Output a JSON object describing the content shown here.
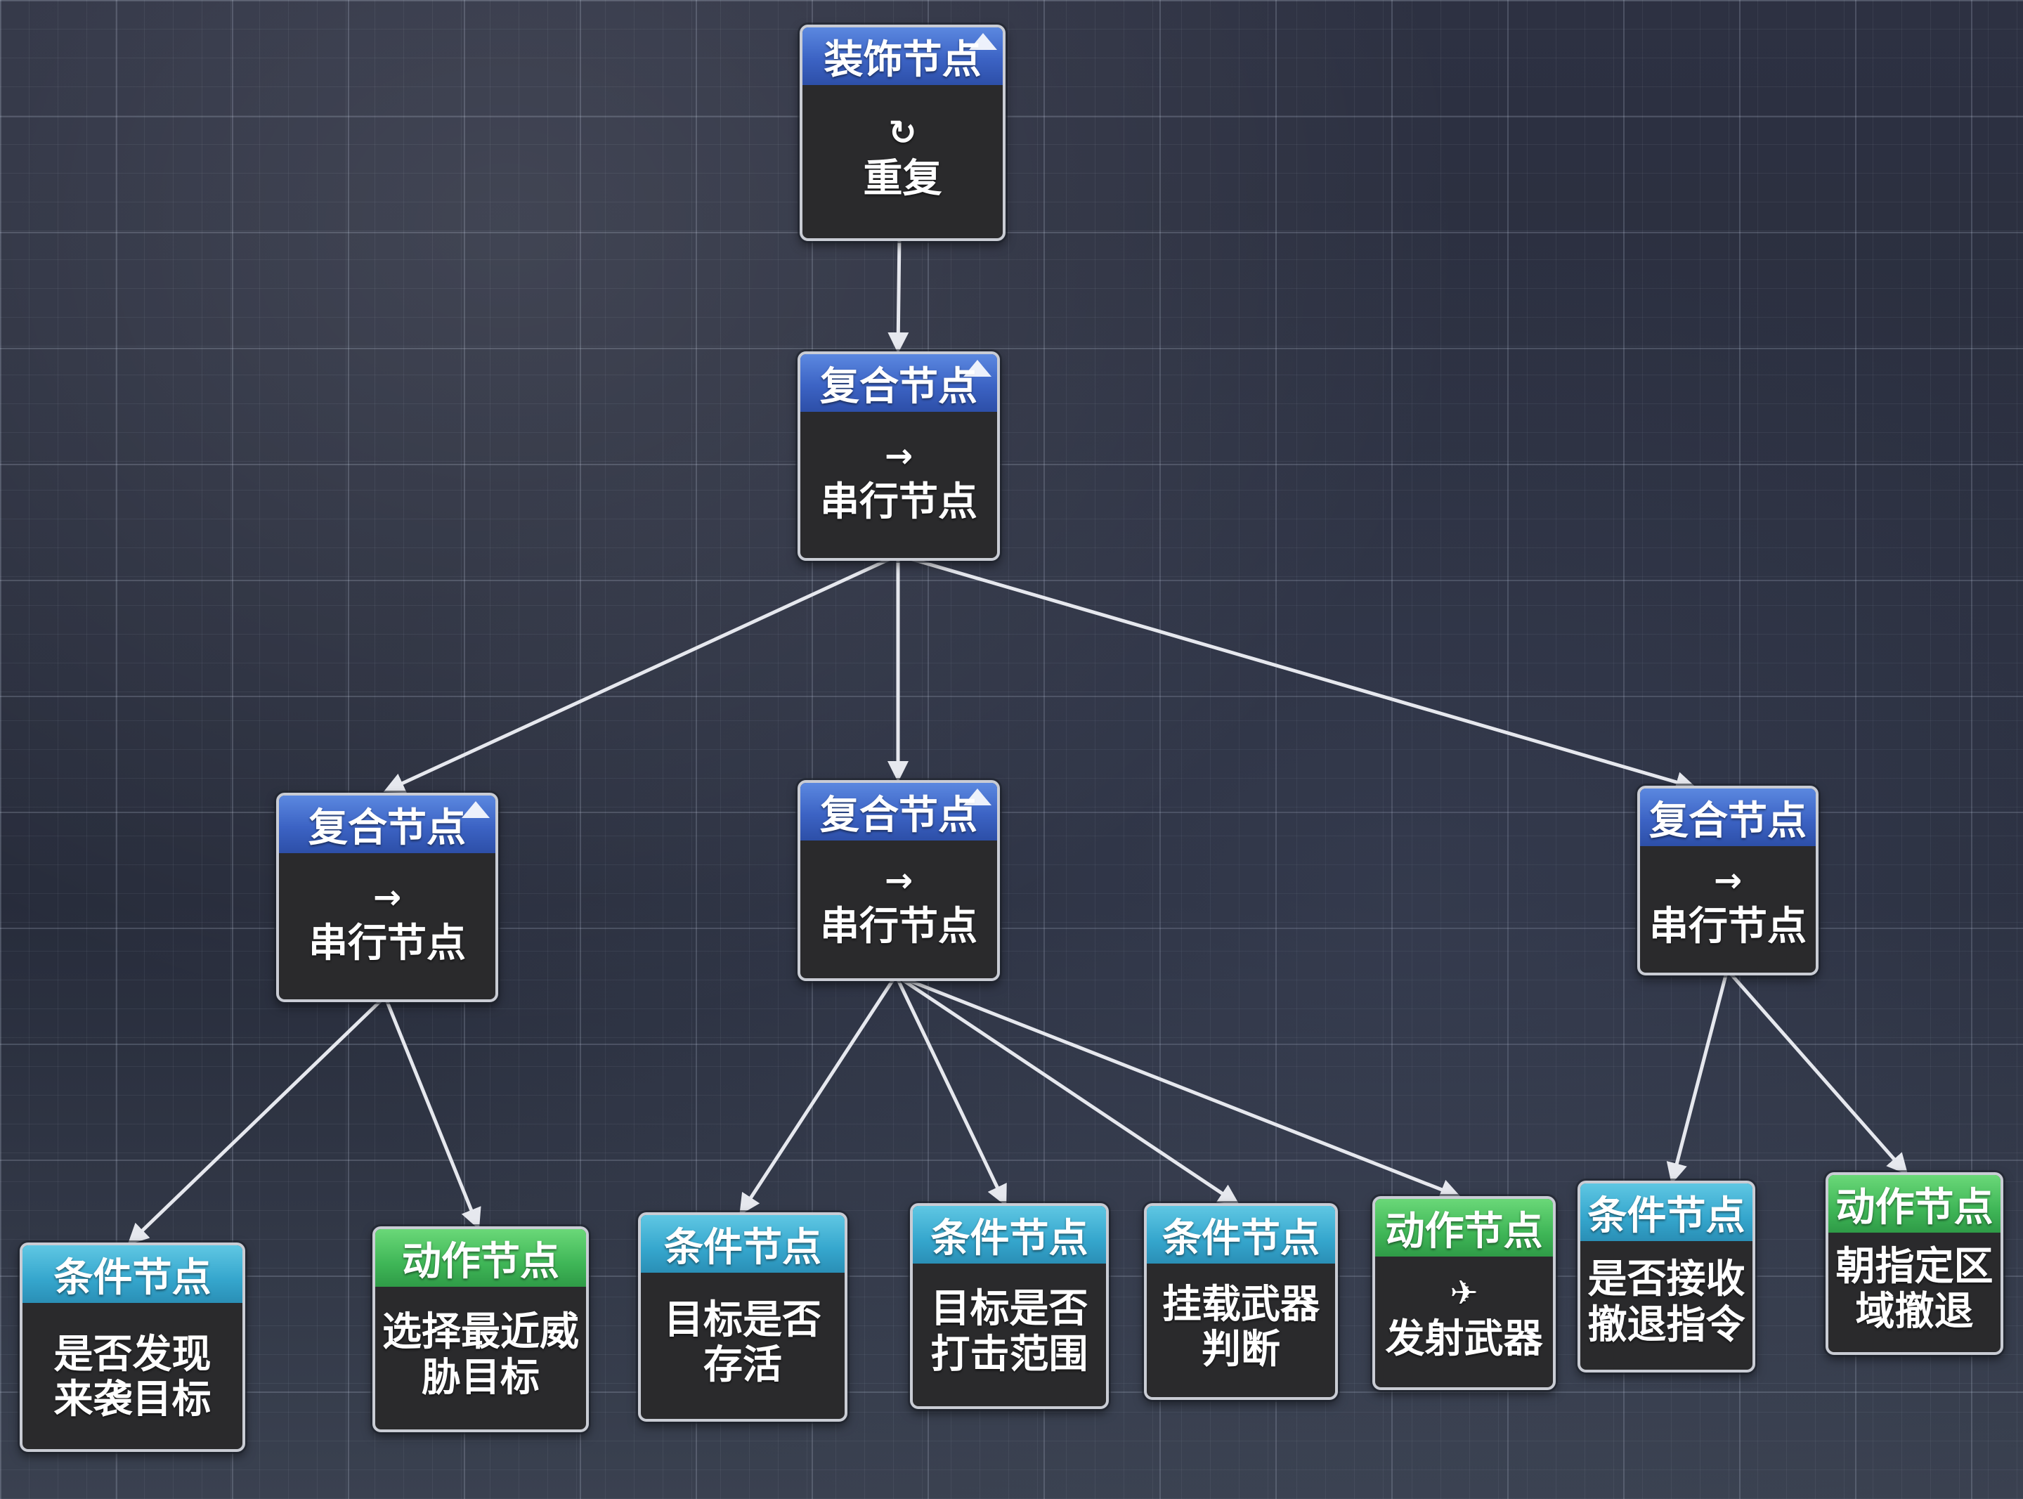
{
  "nodes": {
    "root": {
      "type": "装饰节点",
      "icon": "↻",
      "icon_name": "repeat-icon",
      "label": "重复"
    },
    "seq_main": {
      "type": "复合节点",
      "icon": "→",
      "icon_name": "sequence-arrow-icon",
      "label": "串行节点"
    },
    "seq_left": {
      "type": "复合节点",
      "icon": "→",
      "icon_name": "sequence-arrow-icon",
      "label": "串行节点"
    },
    "seq_mid": {
      "type": "复合节点",
      "icon": "→",
      "icon_name": "sequence-arrow-icon",
      "label": "串行节点"
    },
    "seq_right": {
      "type": "复合节点",
      "icon": "→",
      "icon_name": "sequence-arrow-icon",
      "label": "串行节点"
    },
    "cond_detect": {
      "type": "条件节点",
      "line1": "是否发现",
      "line2": "来袭目标"
    },
    "act_select": {
      "type": "动作节点",
      "line1": "选择最近威",
      "line2": "胁目标"
    },
    "cond_alive": {
      "type": "条件节点",
      "line1": "目标是否",
      "line2": "存活"
    },
    "cond_range": {
      "type": "条件节点",
      "line1": "目标是否",
      "line2": "打击范围"
    },
    "cond_weapon": {
      "type": "条件节点",
      "line1": "挂载武器",
      "line2": "判断"
    },
    "act_fire": {
      "type": "动作节点",
      "icon": "✈",
      "icon_name": "missile-icon",
      "line1": "发射武器"
    },
    "cond_retreat": {
      "type": "条件节点",
      "line1": "是否接收",
      "line2": "撤退指令"
    },
    "act_retreat": {
      "type": "动作节点",
      "line1": "朝指定区",
      "line2": "域撤退"
    }
  },
  "colors": {
    "decorator_header": "#3c63c4",
    "composite_header": "#3c63c4",
    "condition_header": "#35a6cd",
    "action_header": "#3fb657",
    "node_body": "#2a2a2c",
    "edge": "#e6e8ee"
  }
}
